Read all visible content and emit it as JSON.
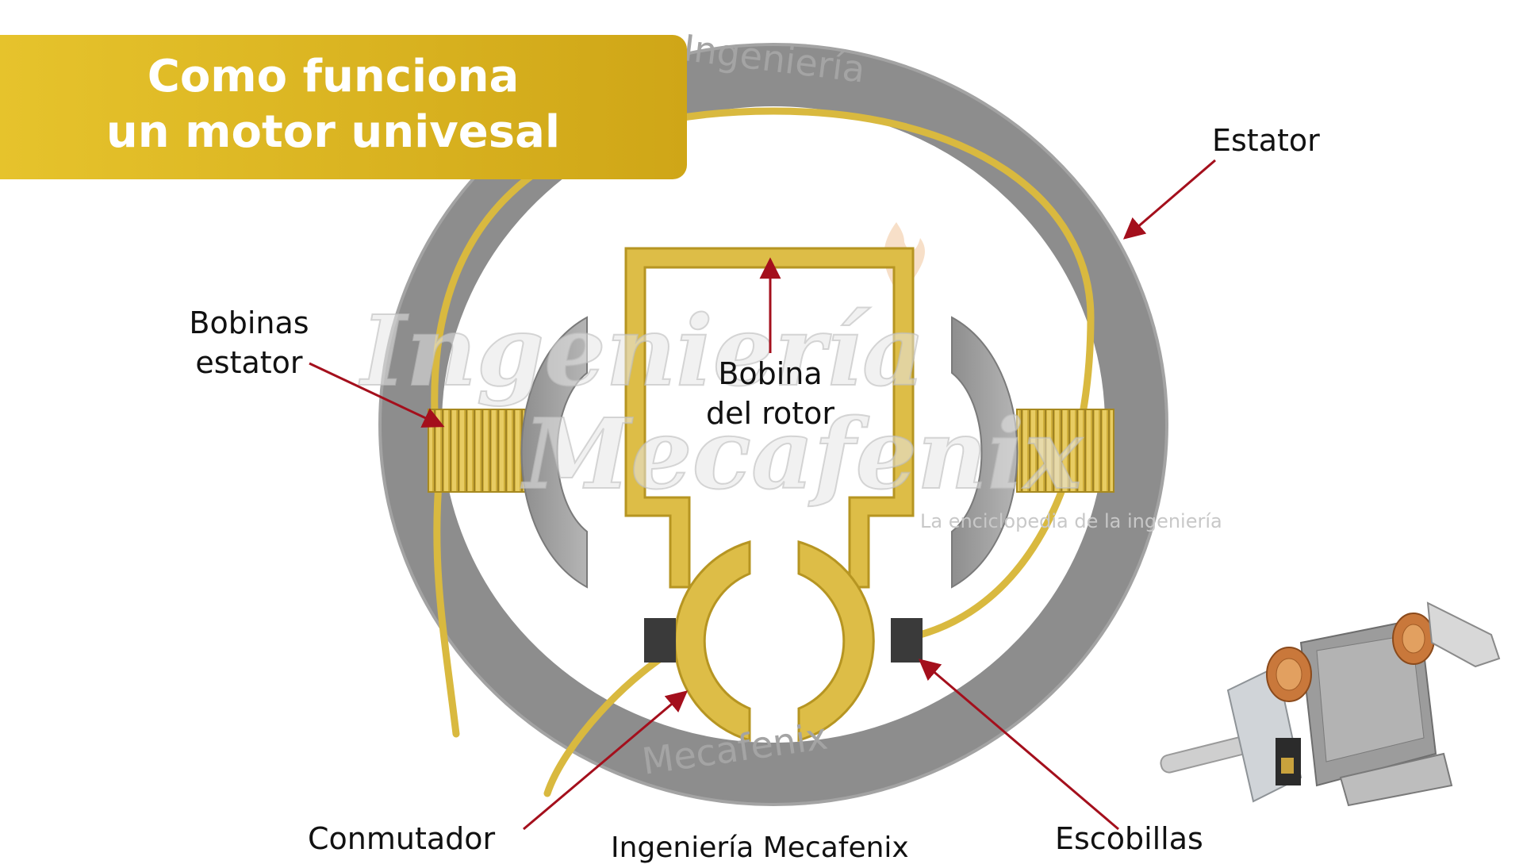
{
  "title": {
    "line1": "Como funciona",
    "line2": "un motor univesal"
  },
  "labels": {
    "estator": "Estator",
    "bobinas_estator_line1": "Bobinas",
    "bobinas_estator_line2": "estator",
    "bobina_rotor_line1": "Bobina",
    "bobina_rotor_line2": "del rotor",
    "conmutador": "Conmutador",
    "escobillas": "Escobillas"
  },
  "footer_credit": "Ingeniería Mecafenix",
  "watermark": {
    "main_line1": "Ingeniería",
    "main_line2": "Mecafenix",
    "tagline": "La enciclopedia de la ingeniería",
    "ring_top": "Ingeniería",
    "ring_bottom": "Mecafenix"
  },
  "colors": {
    "banner": "#d4ae1d",
    "stator": "#8a8a8a",
    "copper_wire": "#d9b93f",
    "pole_shoe": "#9c9c9c",
    "brush": "#3a3a3a",
    "arrow": "#a40f1c"
  }
}
